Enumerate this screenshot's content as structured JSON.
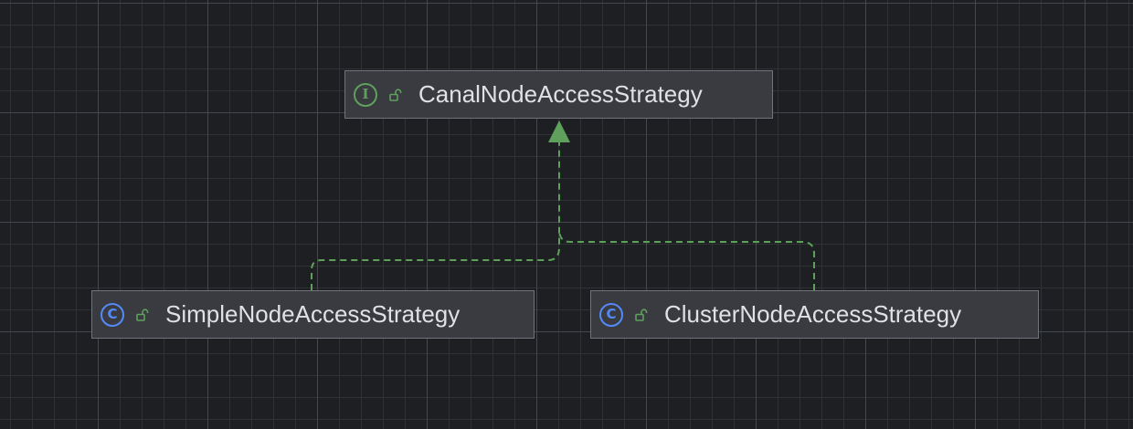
{
  "diagram": {
    "nodes": [
      {
        "id": "canal",
        "kind": "interface",
        "kind_icon": "interface-icon",
        "kind_letter": "I",
        "visibility_icon": "unlocked-padlock-icon",
        "label": "CanalNodeAccessStrategy"
      },
      {
        "id": "simple",
        "kind": "class",
        "kind_icon": "class-icon",
        "kind_letter": "C",
        "visibility_icon": "unlocked-padlock-icon",
        "label": "SimpleNodeAccessStrategy"
      },
      {
        "id": "cluster",
        "kind": "class",
        "kind_icon": "class-icon",
        "kind_letter": "C",
        "visibility_icon": "unlocked-padlock-icon",
        "label": "ClusterNodeAccessStrategy"
      }
    ],
    "edges": [
      {
        "from": "simple",
        "to": "canal",
        "type": "realization"
      },
      {
        "from": "cluster",
        "to": "canal",
        "type": "realization"
      }
    ],
    "colors": {
      "background": "#1e1f22",
      "node_fill": "#393b40",
      "node_border": "#6f737a",
      "text": "#dfe1e5",
      "interface_accent": "#5fa05c",
      "class_accent": "#548af7",
      "edge": "#5fa05c"
    }
  }
}
